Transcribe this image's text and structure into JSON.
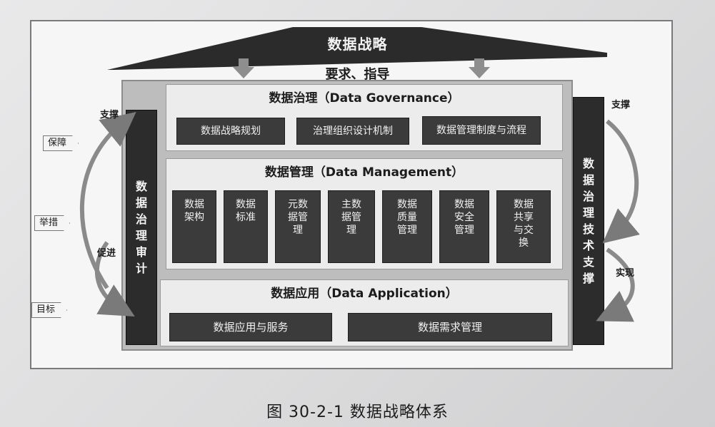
{
  "strategy": {
    "title": "数据战略",
    "guidance": "要求、指导"
  },
  "governance": {
    "title": "数据治理（Data Governance）",
    "items": [
      "数据战略规划",
      "治理组织设计机制",
      "数据管理制度与流程"
    ]
  },
  "management": {
    "title": "数据管理（Data Management）",
    "items": [
      "数据架构",
      "数据标准",
      "元数据管理",
      "主数据管理",
      "数据质量管理",
      "数据安全管理",
      "数据共享与交换"
    ]
  },
  "application": {
    "title": "数据应用（Data Application）",
    "items": [
      "数据应用与服务",
      "数据需求管理"
    ]
  },
  "left_column": "数据治理审计",
  "right_column": "数据治理技术支撑",
  "left_side": {
    "support": "支撑",
    "promote": "促进",
    "tags": [
      "保障",
      "举措",
      "目标"
    ]
  },
  "right_side": {
    "support": "支撑",
    "realize": "实现"
  },
  "caption": "图 30-2-1   数据战略体系",
  "colors": {
    "dark": "#3b3b3c",
    "panel": "#bdbdbe",
    "section": "#ececec"
  }
}
